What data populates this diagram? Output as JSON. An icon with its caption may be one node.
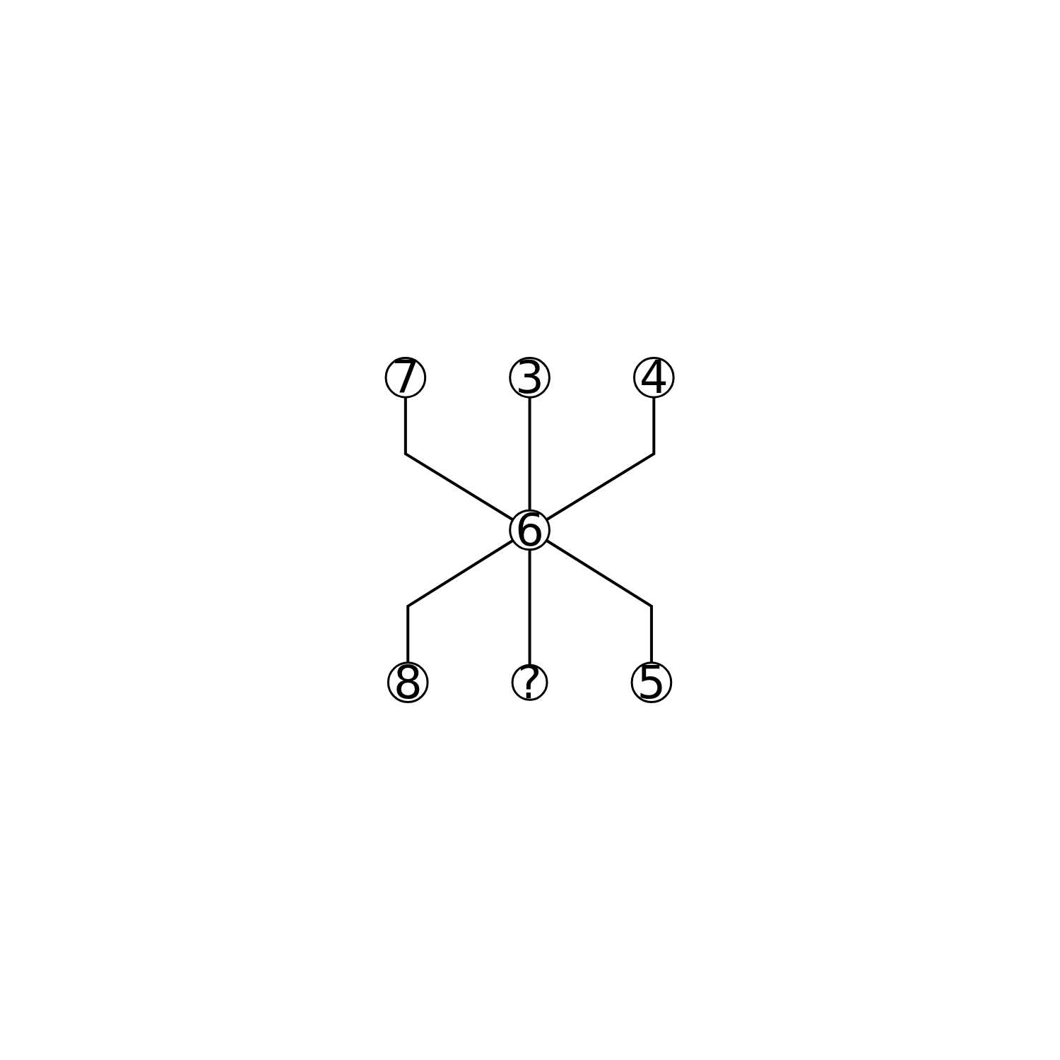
{
  "diagram": {
    "nodes": [
      {
        "text": [
          "7"
        ]
      },
      {
        "text": [
          "3"
        ]
      },
      {
        "text": [
          "4"
        ]
      },
      {
        "text": [
          "6"
        ]
      },
      {
        "text": [
          "8"
        ]
      },
      {
        "text": [
          "?"
        ]
      },
      {
        "text": [
          "5"
        ]
      }
    ],
    "edges": [
      {
        "from": 0,
        "to": 3,
        "arrow": "none"
      },
      {
        "from": 1,
        "to": 3,
        "arrow": "none"
      },
      {
        "from": 2,
        "to": 3,
        "arrow": "none"
      },
      {
        "from": 3,
        "to": 4,
        "arrow": "none"
      },
      {
        "from": 3,
        "to": 5,
        "arrow": "none"
      },
      {
        "from": 3,
        "to": 6,
        "arrow": "none"
      }
    ]
  }
}
